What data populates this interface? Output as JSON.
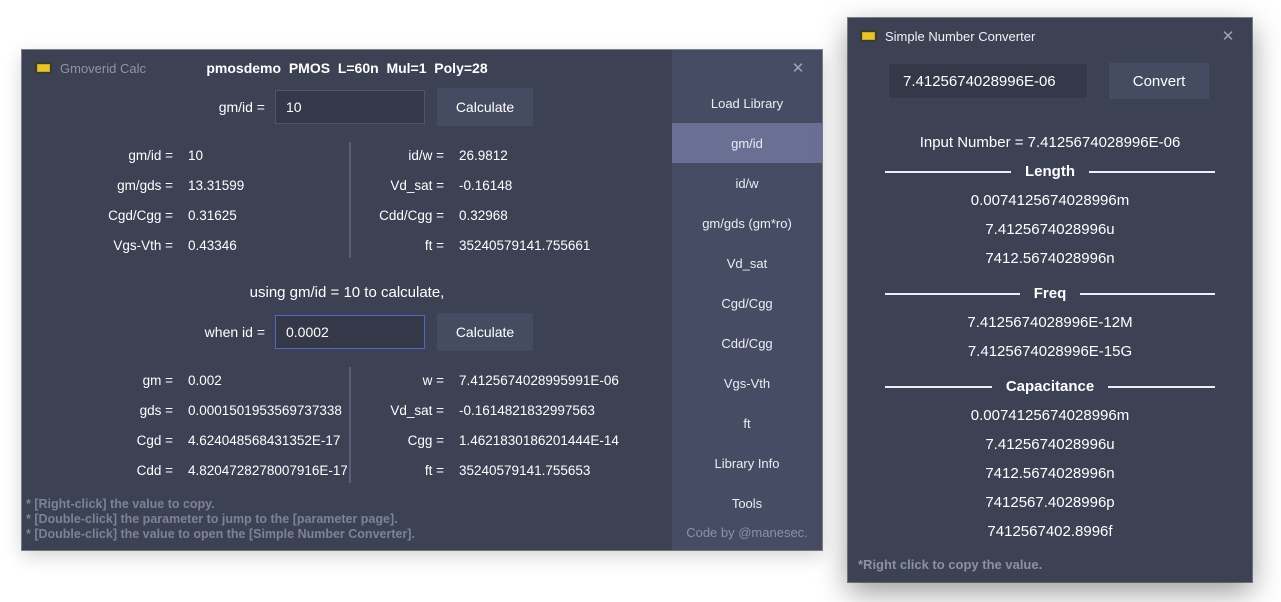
{
  "colors": {
    "window_bg": "#3c4153",
    "sidebar_bg": "#464c63",
    "selected_item_bg": "#6a7094",
    "input_bg": "#343849",
    "focused_input_border": "#5165c6",
    "button_bg": "#454c61",
    "muted_text": "#8b90a6",
    "app_icon_yellow": "#e8c431"
  },
  "calc": {
    "window_title": "Gmoverid Calc",
    "header_params": "pmosdemo  PMOS  L=60n  Mul=1  Poly=28",
    "close": "✕",
    "row1_label": "gm/id =",
    "row1_value": "10",
    "calc_button": "Calculate",
    "res1": {
      "left": [
        {
          "label": "gm/id =",
          "value": "10"
        },
        {
          "label": "gm/gds =",
          "value": "13.31599"
        },
        {
          "label": "Cgd/Cgg =",
          "value": "0.31625"
        },
        {
          "label": "Vgs-Vth =",
          "value": "0.43346"
        }
      ],
      "right": [
        {
          "label": "id/w =",
          "value": "26.9812"
        },
        {
          "label": "Vd_sat =",
          "value": "-0.16148"
        },
        {
          "label": "Cdd/Cgg =",
          "value": "0.32968"
        },
        {
          "label": "ft =",
          "value": "35240579141.755661"
        }
      ]
    },
    "using_line": "using gm/id = 10 to calculate,",
    "row2_label": "when id =",
    "row2_value": "0.0002",
    "res2": {
      "left": [
        {
          "label": "gm =",
          "value": "0.002"
        },
        {
          "label": "gds =",
          "value": "0.0001501953569737338"
        },
        {
          "label": "Cgd =",
          "value": "4.624048568431352E-17"
        },
        {
          "label": "Cdd =",
          "value": "4.8204728278007916E-17"
        }
      ],
      "right": [
        {
          "label": "w =",
          "value": "7.4125674028995991E-06"
        },
        {
          "label": "Vd_sat =",
          "value": "-0.1614821832997563"
        },
        {
          "label": "Cgg =",
          "value": "1.4621830186201444E-14"
        },
        {
          "label": "ft =",
          "value": "35240579141.755653"
        }
      ]
    },
    "hints": [
      "* [Right-click] the value to copy.",
      "* [Double-click] the parameter to jump to the [parameter page].",
      "* [Double-click] the value to open the [Simple Number Converter]."
    ],
    "sidebar": {
      "selected_index": 1,
      "items": [
        "Load Library",
        "gm/id",
        "id/w",
        "gm/gds (gm*ro)",
        "Vd_sat",
        "Cgd/Cgg",
        "Cdd/Cgg",
        "Vgs-Vth",
        "ft",
        "Library Info",
        "Tools"
      ],
      "credit": "Code by @manesec."
    }
  },
  "conv": {
    "window_title": "Simple Number Converter",
    "close": "✕",
    "input_value": "7.4125674028996E-06",
    "convert_button": "Convert",
    "input_number_line": "Input Number = 7.4125674028996E-06",
    "sections": [
      {
        "title": "Length",
        "values": [
          "0.0074125674028996m",
          "7.4125674028996u",
          "7412.5674028996n"
        ]
      },
      {
        "title": "Freq",
        "values": [
          "7.4125674028996E-12M",
          "7.4125674028996E-15G"
        ]
      },
      {
        "title": "Capacitance",
        "values": [
          "0.0074125674028996m",
          "7.4125674028996u",
          "7412.5674028996n",
          "7412567.4028996p",
          "7412567402.8996f"
        ]
      }
    ],
    "footer": "*Right click to copy the value."
  }
}
